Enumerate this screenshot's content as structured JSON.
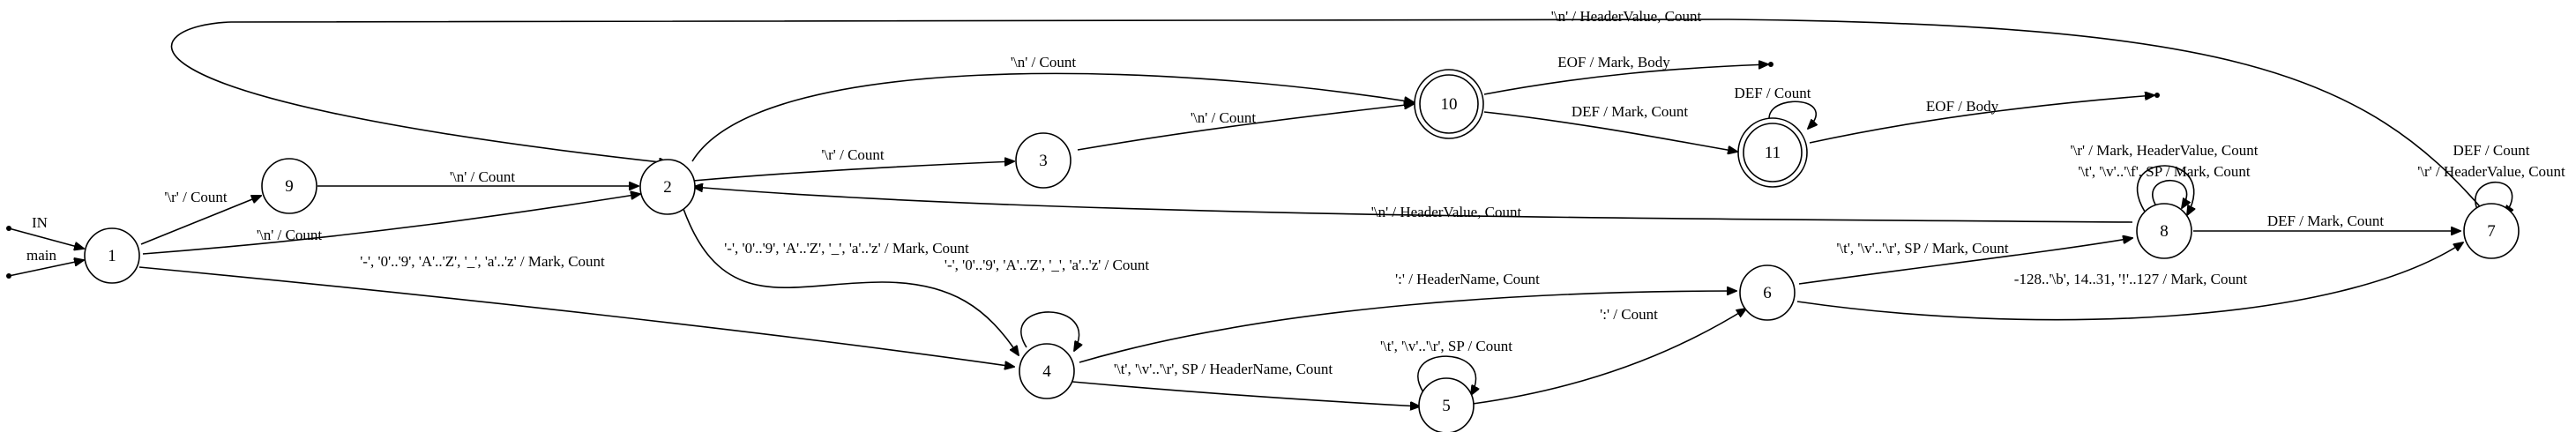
{
  "nodes": {
    "n1": "1",
    "n2": "2",
    "n3": "3",
    "n4": "4",
    "n5": "5",
    "n6": "6",
    "n7": "7",
    "n8": "8",
    "n9": "9",
    "n10": "10",
    "n11": "11"
  },
  "start_labels": {
    "in": "IN",
    "main": "main"
  },
  "edges": {
    "e_7_2": "'\\n' / HeaderValue, Count",
    "e_2_10": "'\\n' / Count",
    "e_10_eof": "EOF / Mark, Body",
    "e_11_self": "DEF / Count",
    "e_10_11": "DEF / Mark, Count",
    "e_11_eof": "EOF / Body",
    "e_3_10": "'\\n' / Count",
    "e_1_9": "'\\r' / Count",
    "e_9_2": "'\\n' / Count",
    "e_2_3": "'\\r' / Count",
    "e_8_self_1": "'\\r' / Mark, HeaderValue, Count",
    "e_8_self_2": "'\\t', '\\v'..'\\f', SP / Mark, Count",
    "e_7_self_1": "DEF / Count",
    "e_7_self_2": "'\\r' / HeaderValue, Count",
    "e_1_2": "'\\n' / Count",
    "e_8_2": "'\\n' / HeaderValue, Count",
    "e_8_7": "DEF / Mark, Count",
    "e_2_4": "'-', '0'..'9', 'A'..'Z', '_', 'a'..'z' / Mark, Count",
    "e_1_4": "'-', '0'..'9', 'A'..'Z', '_', 'a'..'z' / Mark, Count",
    "e_4_self": "'-', '0'..'9', 'A'..'Z', '_', 'a'..'z' / Count",
    "e_4_6": "':' / HeaderName, Count",
    "e_6_8": "'\\t', '\\v'..'\\r', SP / Mark, Count",
    "e_6_7": "-128..'\\b', 14..31, '!'..127 / Mark, Count",
    "e_4_5": "'\\t', '\\v'..'\\r', SP / HeaderName, Count",
    "e_5_self": "'\\t', '\\v'..'\\r', SP / Count",
    "e_5_6": "':' / Count"
  }
}
